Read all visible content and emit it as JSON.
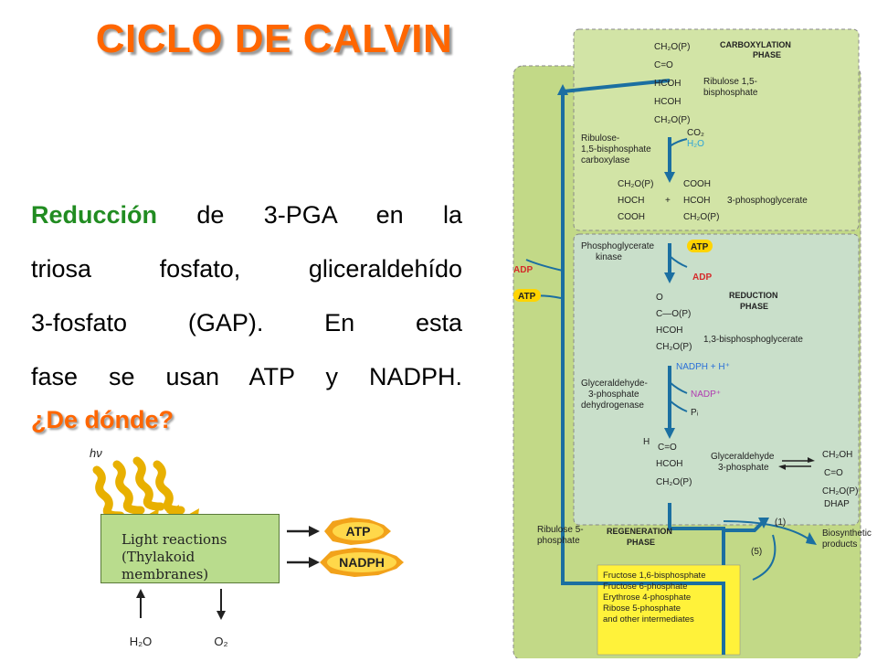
{
  "title": "CICLO DE CALVIN",
  "paragraph": {
    "highlight": "Reducción",
    "lines": [
      "de 3-PGA en la",
      "triosa fosfato, gliceraldehído",
      "3-fosfato (GAP). En esta",
      "fase se usan ATP y NADPH."
    ],
    "question": "¿De dónde?"
  },
  "light_diagram": {
    "hv": "hν",
    "box_lines": [
      "Light reactions",
      "(Thylakoid membranes)"
    ],
    "atp": "ATP",
    "nadph": "NADPH",
    "h2o": "H₂O",
    "o2": "O₂"
  },
  "cycle": {
    "carboxylation": {
      "phase": [
        "CARBOXYLATION",
        "PHASE"
      ],
      "rubp_struct": [
        "CH₂O(P)",
        "C=O",
        "HCOH",
        "HCOH",
        "CH₂O(P)"
      ],
      "rubp_name": [
        "Ribulose 1,5-",
        "bisphosphate"
      ],
      "co2": "CO₂",
      "h2o": "H₂O",
      "enzyme": [
        "Ribulose-",
        "1,5-bisphosphate",
        "carboxylase"
      ],
      "pga_left": [
        "CH₂O(P)",
        "HOCH",
        "COOH"
      ],
      "plus": "+",
      "pga_right": [
        "COOH",
        "HCOH",
        "CH₂O(P)"
      ],
      "pga_name": "3-phosphoglycerate"
    },
    "reduction": {
      "phase": [
        "REDUCTION",
        "PHASE"
      ],
      "kinase": [
        "Phosphoglycerate",
        "kinase"
      ],
      "atp": "ATP",
      "adp": "ADP",
      "bpg_struct": [
        "O",
        "C—O(P)",
        "HCOH",
        "CH₂O(P)"
      ],
      "bpg_name": "1,3-bisphosphoglycerate",
      "nadph": "NADPH + H⁺",
      "dehydrogenase": [
        "Glyceraldehyde-",
        "3-phosphate",
        "dehydrogenase"
      ],
      "nadp": "NADP⁺",
      "pi": "Pᵢ",
      "gap_struct": [
        "H",
        "C=O",
        "HCOH",
        "CH₂O(P)"
      ],
      "gap_name": [
        "Glyceraldehyde",
        "3-phosphate"
      ],
      "dhap_struct": [
        "CH₂OH",
        "C=O",
        "CH₂O(P)"
      ],
      "dhap": "DHAP"
    },
    "regeneration": {
      "phase": [
        "REGENERATION",
        "PHASE"
      ],
      "ru5p": [
        "Ribulose 5-",
        "phosphate"
      ],
      "intermediates": [
        "Fructose 1,6-bisphosphate",
        "Fructose 6-phosphate",
        "Erythrose 4-phosphate",
        "Ribose 5-phosphate",
        "and other intermediates"
      ],
      "step1": "(1)",
      "step5": "(5)",
      "biosynthetic": [
        "Biosynthetic",
        "products"
      ]
    },
    "left_adp": "ADP",
    "left_atp": "ATP"
  }
}
